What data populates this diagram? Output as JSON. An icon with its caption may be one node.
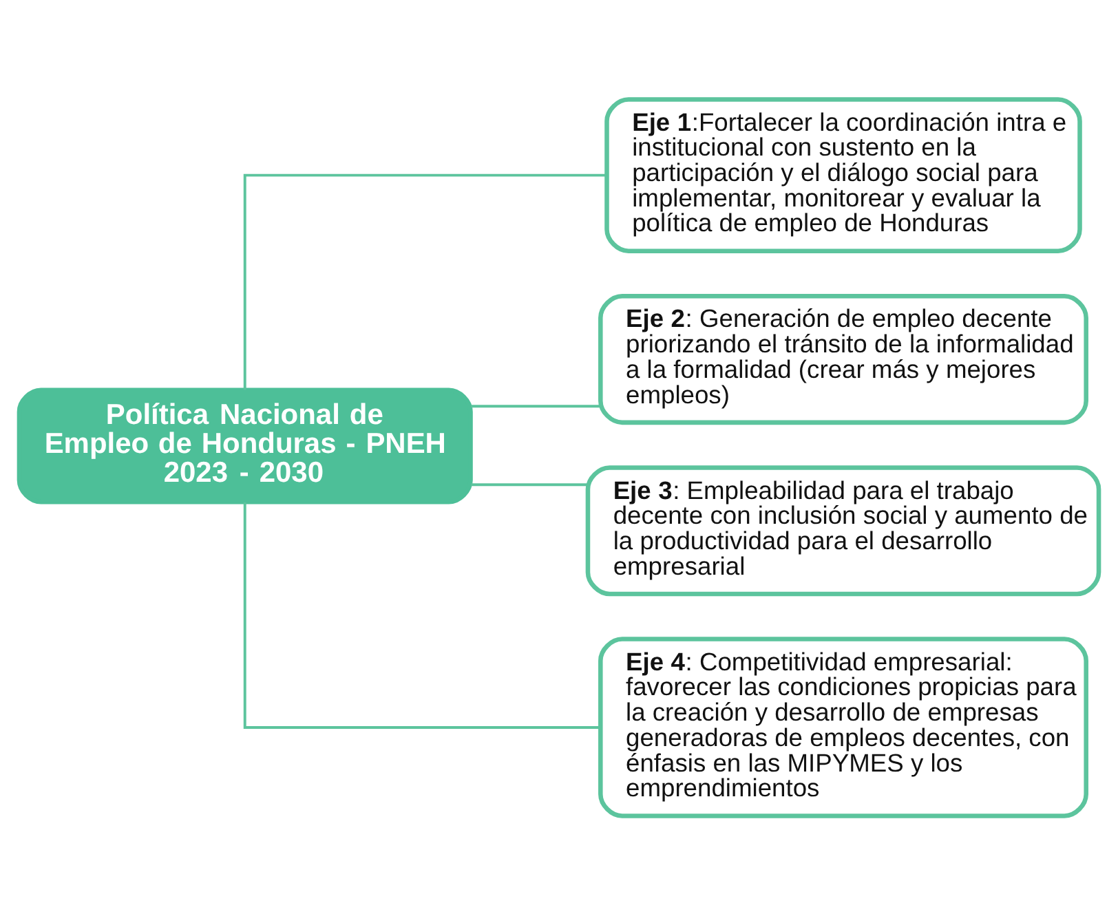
{
  "diagram": {
    "nodes": [
      {
        "text": [
          "Política Nacional de Empleo de Honduras - PNEH 2023 - 2030"
        ]
      },
      {
        "text": [
          "**Eje 1**:Fortalecer la coordinación intra e institucional con sustento en la participación y el diálogo social para implementar, monitorear y evaluar la política de empleo de Honduras"
        ]
      },
      {
        "text": [
          "**Eje 2**: Generación de empleo decente priorizando el tránsito de la informalidad a la formalidad (crear más y mejores empleos)"
        ]
      },
      {
        "text": [
          "**Eje 3**: Empleabilidad para el trabajo decente con inclusión social y aumento de la productividad para el desarrollo empresarial"
        ]
      },
      {
        "text": [
          "**Eje 4**: Competitividad empresarial: favorecer las condiciones propicias para la creación y desarrollo de empresas generadoras de empleos decentes, con énfasis en las MIPYMES y los emprendimientos"
        ]
      }
    ],
    "edges": [
      {
        "from": 0,
        "to": 1,
        "arrow": "none"
      },
      {
        "from": 0,
        "to": 2,
        "arrow": "none"
      },
      {
        "from": 0,
        "to": 3,
        "arrow": "none"
      },
      {
        "from": 0,
        "to": 4,
        "arrow": "none"
      }
    ]
  }
}
